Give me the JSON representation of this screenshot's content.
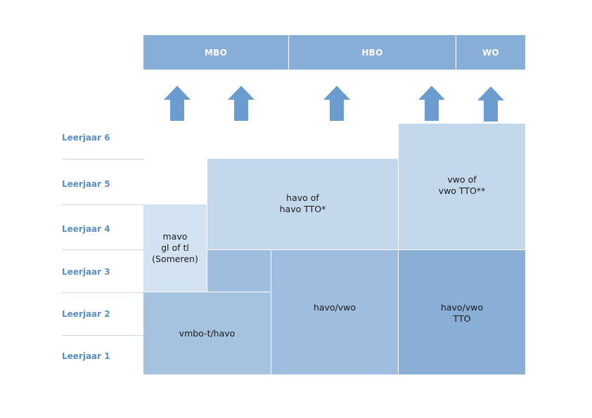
{
  "destinations": [
    {
      "id": "mbo",
      "label": "MBO"
    },
    {
      "id": "hbo",
      "label": "HBO"
    },
    {
      "id": "wo",
      "label": "WO"
    }
  ],
  "years": [
    "Leerjaar 6",
    "Leerjaar 5",
    "Leerjaar 4",
    "Leerjaar 3",
    "Leerjaar 2",
    "Leerjaar 1"
  ],
  "tracks": {
    "mavo": "mavo\ngl of tl\n(Someren)",
    "vmbo_havo": "vmbo-t/havo",
    "havo_vwo": "havo/vwo",
    "havo_vwo_tto": "havo/vwo\nTTO",
    "havo_tto": "havo of\nhavo TTO*",
    "vwo_tto": "vwo of\nvwo TTO**"
  },
  "colors": {
    "top_bar": "#87aed6",
    "arrow": "#6a9ccf",
    "light": "#c4d8eb",
    "mavo": "#d3e2f1",
    "mid": "#a5c2df",
    "mid2": "#9fbedf",
    "dark": "#89afd6",
    "year_label": "#5b8ec4"
  }
}
